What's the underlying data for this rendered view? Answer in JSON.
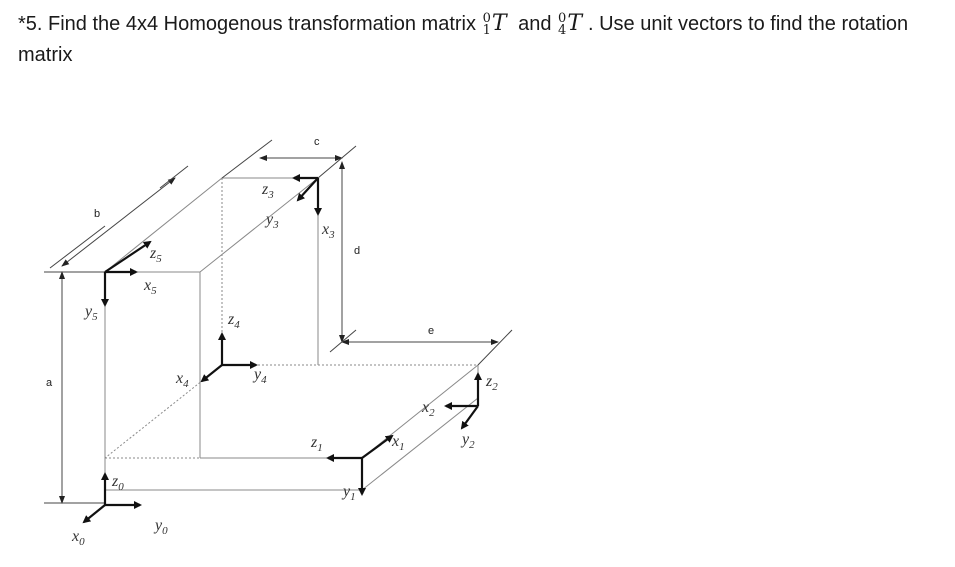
{
  "question": {
    "prefix": "*5. Find the 4x4 Homogenous transformation matrix",
    "t1_sup": "0",
    "t1_sub": "1",
    "t_symbol": "T",
    "and": "and",
    "t4_sup": "0",
    "t4_sub": "4",
    "suffix": ". Use  unit vectors to find the  rotation matrix"
  },
  "diagram": {
    "dimensions": {
      "a": "a",
      "b": "b",
      "c": "c",
      "d": "d",
      "e": "e"
    },
    "frames": {
      "f0": {
        "z": "z",
        "y": "y",
        "x": "x",
        "idx": "0"
      },
      "f1": {
        "z": "z",
        "y": "y",
        "x": "x",
        "idx": "1"
      },
      "f2": {
        "z": "z",
        "y": "y",
        "x": "x",
        "idx": "2"
      },
      "f3": {
        "z": "z",
        "y": "y",
        "x": "x",
        "idx": "3"
      },
      "f4": {
        "z": "z",
        "y": "y",
        "x": "x",
        "idx": "4"
      },
      "f5": {
        "z": "z",
        "y": "y",
        "x": "x",
        "idx": "5"
      }
    }
  }
}
